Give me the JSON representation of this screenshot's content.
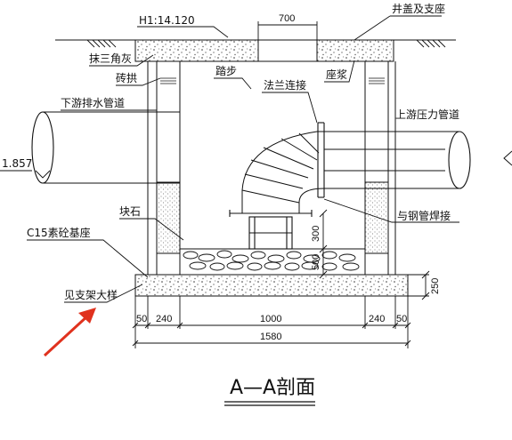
{
  "labels": {
    "elevation_top": "H1:14.120",
    "opening_width": "700",
    "cover_and_seat": "井盖及支座",
    "triangle_plaster": "抹三角灰",
    "brick_arch": "砖拱",
    "step": "踏步",
    "flange_connection": "法兰连接",
    "mortar_seat": "座浆",
    "downstream_pipe": "下游排水管道",
    "upstream_pressure_pipe": "上游压力管道",
    "elevation_left": "1.857",
    "block_stone": "块石",
    "steel_pipe_weld": "与钢管焊接",
    "c15_base": "C15素砼基座",
    "see_support_detail": "见支架大样"
  },
  "dimensions": {
    "support_height": "300",
    "bed_thickness": "500",
    "base_thickness": "250",
    "left_edge": "50",
    "left_wall": "240",
    "inner_width": "1000",
    "right_wall": "240",
    "right_edge": "50",
    "total_width": "1580"
  },
  "section_title": "A—A剖面",
  "colors": {
    "line": "#111111",
    "arrow": "#e0321e"
  }
}
